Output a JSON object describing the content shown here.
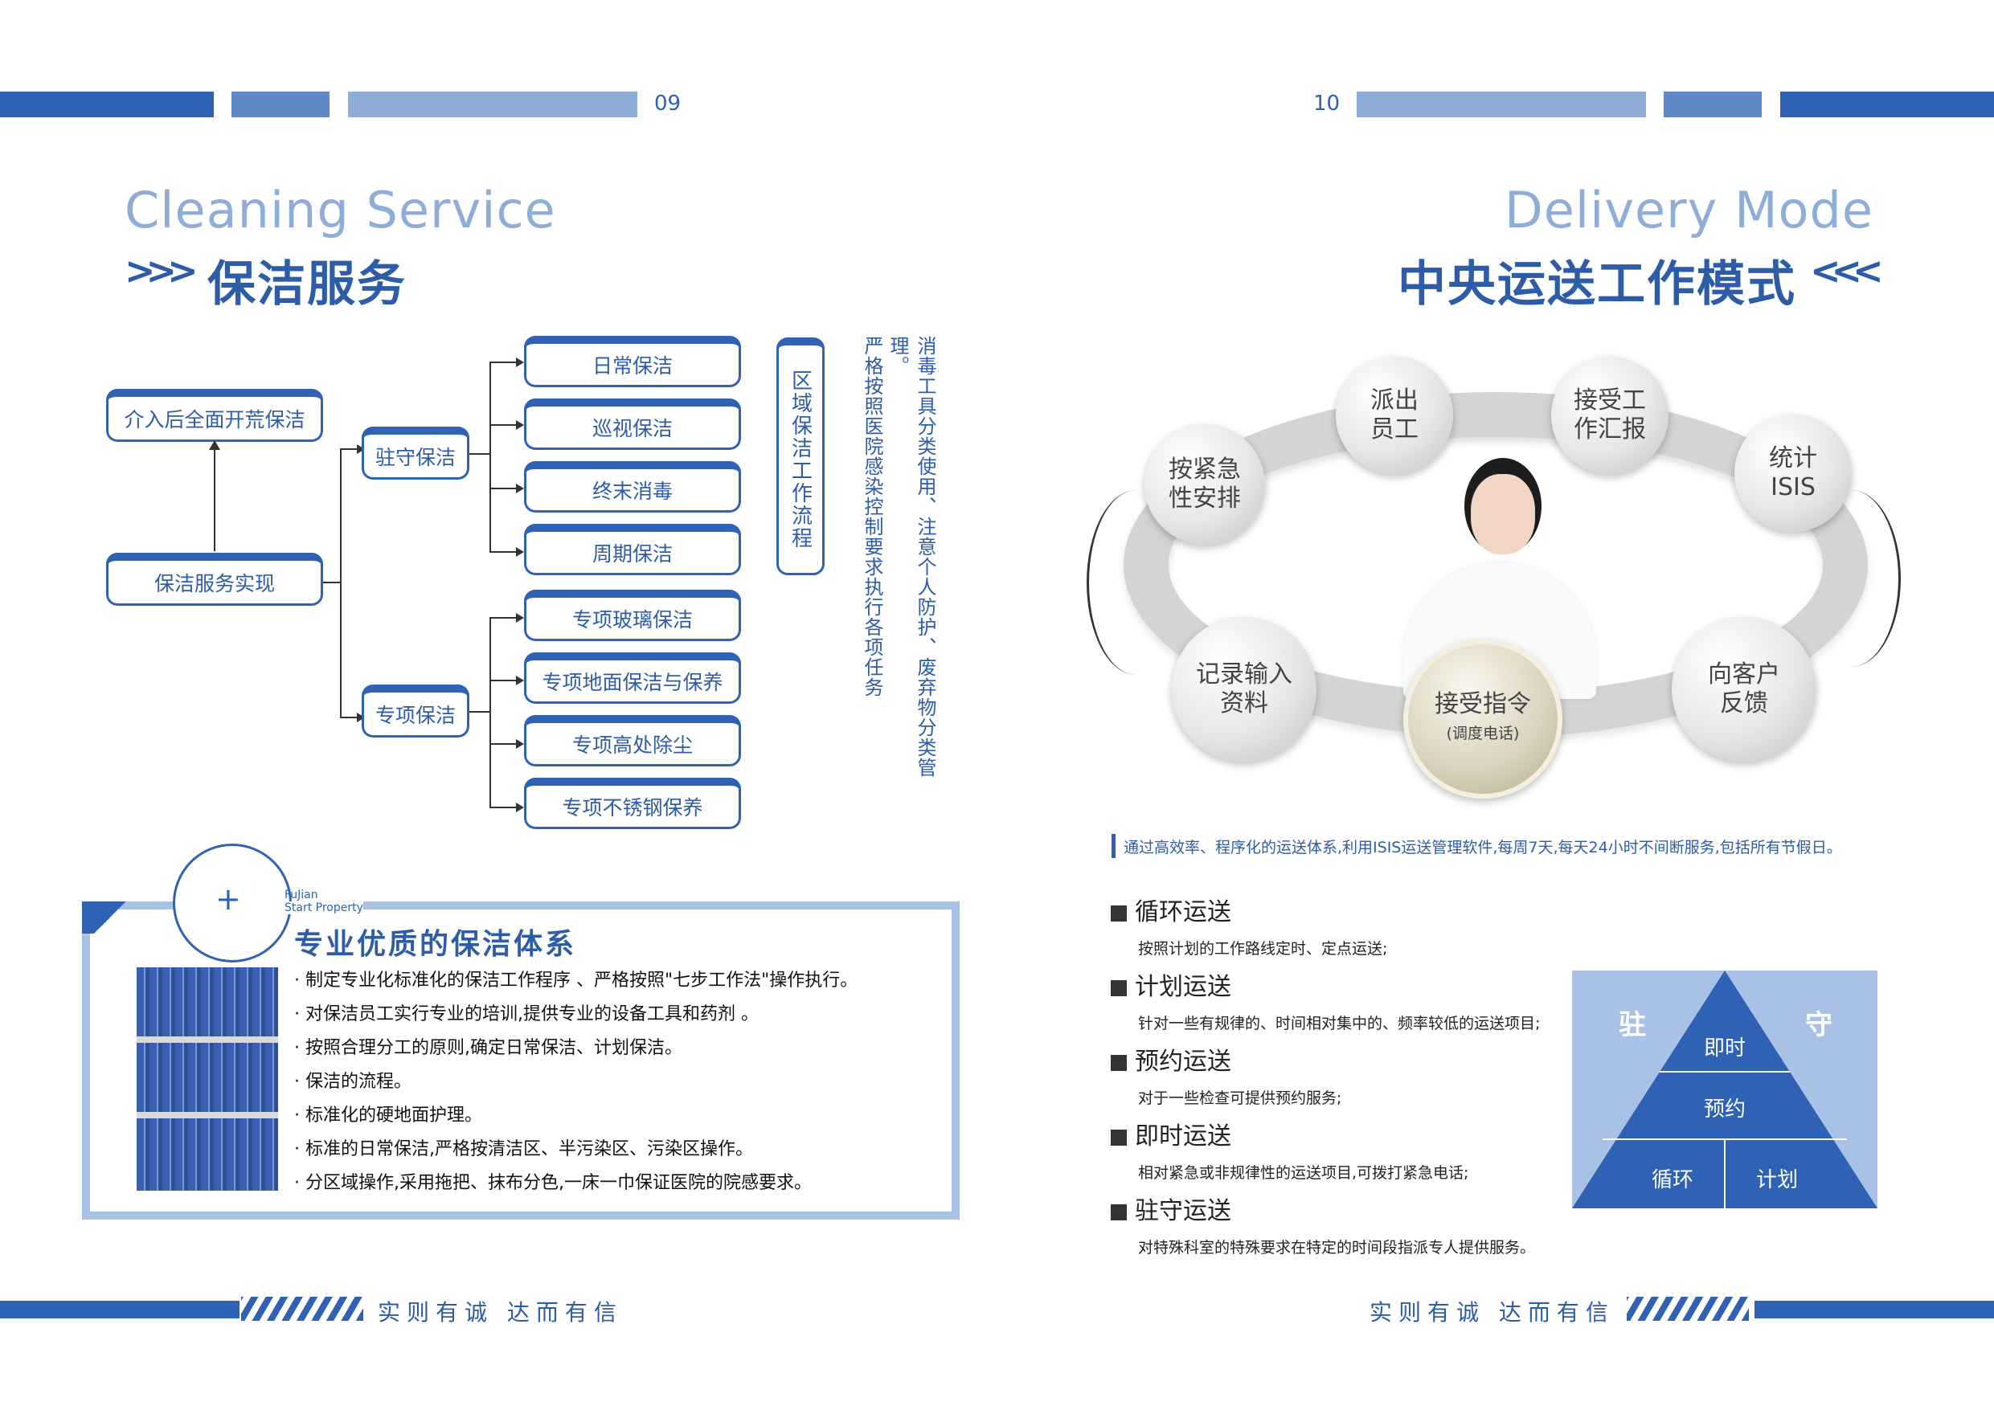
{
  "left_page": {
    "page_number": "09",
    "title_en": "Cleaning Service",
    "title_cn": "保洁服务",
    "flow": {
      "top_box": "介入后全面开荒保洁",
      "root": "保洁服务实现",
      "branch_a": "驻守保洁",
      "branch_b": "专项保洁",
      "a_items": [
        "日常保洁",
        "巡视保洁",
        "终末消毒",
        "周期保洁"
      ],
      "b_items": [
        "专项玻璃保洁",
        "专项地面保洁与保养",
        "专项高处除尘",
        "专项不锈钢保养"
      ],
      "process_label": "区域保洁工作流程",
      "note_col1": "消毒工具分类使用、注意个人防护、废弃物分类管理。",
      "note_col2": "严格按照医院感染控制要求执行各项任务"
    },
    "quality": {
      "badge_line1": "FuJian",
      "badge_line2": "Start Property",
      "heading": "专业优质的保洁体系",
      "bullets": [
        "· 制定专业化标准化的保洁工作程序 、严格按照\"七步工作法\"操作执行。",
        "· 对保洁员工实行专业的培训,提供专业的设备工具和药剂 。",
        "· 按照合理分工的原则,确定日常保洁、计划保洁。",
        "· 保洁的流程。",
        "· 标准化的硬地面护理。",
        "· 标准的日常保洁,严格按清洁区、半污染区、污染区操作。",
        "· 分区域操作,采用拖把、抹布分色,一床一巾保证医院的院感要求。"
      ]
    },
    "slogan": "实则有诚 达而有信"
  },
  "right_page": {
    "page_number": "10",
    "title_en": "Delivery Mode",
    "title_cn": "中央运送工作模式",
    "cycle": {
      "nodes": [
        {
          "l1": "派出",
          "l2": "员工"
        },
        {
          "l1": "接受工",
          "l2": "作汇报"
        },
        {
          "l1": "统计",
          "l2": "ISIS"
        },
        {
          "l1": "向客户",
          "l2": "反馈"
        },
        {
          "l1": "接受指令",
          "l2": "(调度电话)"
        },
        {
          "l1": "记录输入",
          "l2": "资料"
        },
        {
          "l1": "按紧急",
          "l2": "性安排"
        }
      ]
    },
    "intro": "通过高效率、程序化的运送体系,利用ISIS运送管理软件,每周7天,每天24小时不间断服务,包括所有节假日。",
    "modes": [
      {
        "name": "循环运送",
        "desc": "按照计划的工作路线定时、定点运送;"
      },
      {
        "name": "计划运送",
        "desc": "针对一些有规律的、时间相对集中的、频率较低的运送项目;"
      },
      {
        "name": "预约运送",
        "desc": "对于一些检查可提供预约服务;"
      },
      {
        "name": "即时运送",
        "desc": "相对紧急或非规律性的运送项目,可拨打紧急电话;"
      },
      {
        "name": "驻守运送",
        "desc": "对特殊科室的特殊要求在特定的时间段指派专人提供服务。"
      }
    ],
    "pyramid": {
      "left_label": "驻",
      "right_label": "守",
      "top": "即时",
      "middle": "预约",
      "bottom_left": "循环",
      "bottom_right": "计划"
    },
    "slogan": "实则有诚 达而有信"
  },
  "colors": {
    "primary": "#2f62b5",
    "light": "#8fadd9",
    "mid": "#5e88c6"
  }
}
